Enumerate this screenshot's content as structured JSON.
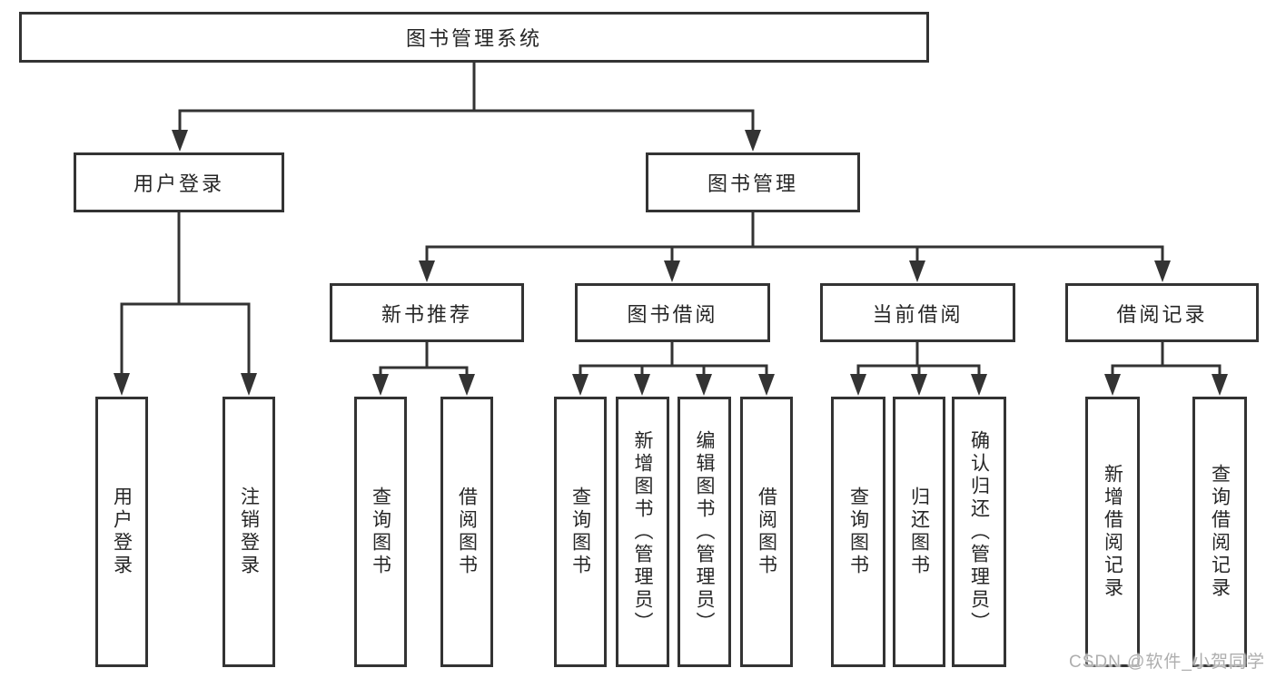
{
  "tree": {
    "label": "图书管理系统",
    "children": [
      {
        "label": "用户登录",
        "children": [
          {
            "label": "用户登录"
          },
          {
            "label": "注销登录"
          }
        ]
      },
      {
        "label": "图书管理",
        "children": [
          {
            "label": "新书推荐",
            "children": [
              {
                "label": "查询图书"
              },
              {
                "label": "借阅图书"
              }
            ]
          },
          {
            "label": "图书借阅",
            "children": [
              {
                "label": "查询图书"
              },
              {
                "label": "新增图书（管理员）"
              },
              {
                "label": "编辑图书（管理员）"
              },
              {
                "label": "借阅图书"
              }
            ]
          },
          {
            "label": "当前借阅",
            "children": [
              {
                "label": "查询图书"
              },
              {
                "label": "归还图书"
              },
              {
                "label": "确认归还（管理员）"
              }
            ]
          },
          {
            "label": "借阅记录",
            "children": [
              {
                "label": "新增借阅记录"
              },
              {
                "label": "查询借阅记录"
              }
            ]
          }
        ]
      }
    ]
  },
  "watermark": {
    "text": "CSDN @软件_小贺同学"
  },
  "colors": {
    "line": "#333333",
    "text": "#262626",
    "box_background": "#ffffff",
    "page_background": "#ffffff",
    "watermark_text": "#aeaeae"
  }
}
